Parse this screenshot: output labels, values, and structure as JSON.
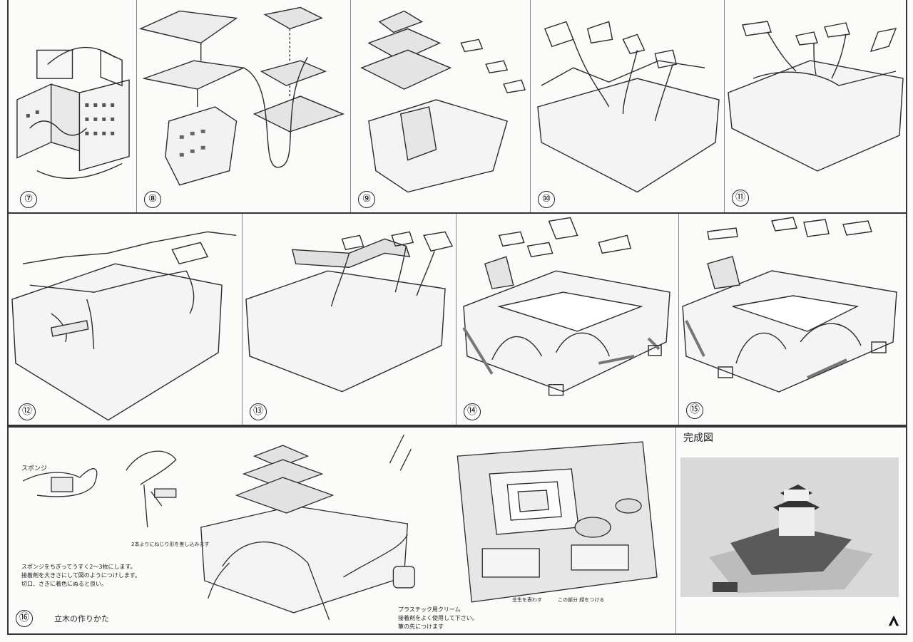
{
  "steps": {
    "s7": "⑦",
    "s8": "⑧",
    "s9": "⑨",
    "s10": "⑩",
    "s11": "⑪",
    "s12": "⑫",
    "s13": "⑬",
    "s14": "⑭",
    "s15": "⑮",
    "s16": "⑯"
  },
  "texts": {
    "completed_title": "完成図",
    "tree_making": "立木の作りかた",
    "sponge_label": "スポンジ",
    "sponge_note": "スポンジをちぎってうすく2～3枚にします。\n接着剤を大きさにして図のようにつけします。\n切口、さきに着色にぬると良い。",
    "wire_note": "2本よりにねじり形を差し込みます",
    "glue_note": "プラスチック用クリーム\n接着剤をよく使用して下さい。\n筆の先につけます",
    "base_note_1": "芝生を表わす",
    "base_note_2": "この部分 緑をつける"
  },
  "colors": {
    "line": "#2b2b2b",
    "paper": "#fbfbf9",
    "photo_bg": "#d9d9d9"
  }
}
